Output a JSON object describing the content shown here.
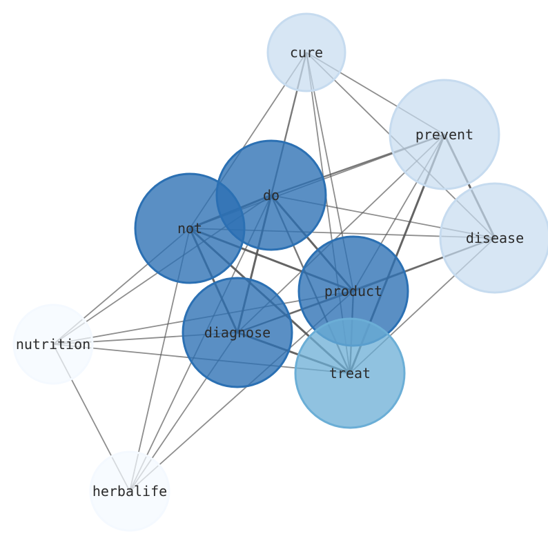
{
  "graph": {
    "nodes": [
      {
        "id": "cure",
        "label": "cure",
        "color": "#c6dbef",
        "weight": 0.2
      },
      {
        "id": "prevent",
        "label": "prevent",
        "color": "#c6dbef",
        "weight": 0.45
      },
      {
        "id": "do",
        "label": "do",
        "color": "#2b70b3",
        "weight": 0.45
      },
      {
        "id": "not",
        "label": "not",
        "color": "#2b70b3",
        "weight": 0.45
      },
      {
        "id": "disease",
        "label": "disease",
        "color": "#c6dbef",
        "weight": 0.45
      },
      {
        "id": "product",
        "label": "product",
        "color": "#2b70b3",
        "weight": 0.45
      },
      {
        "id": "diagnose",
        "label": "diagnose",
        "color": "#2b70b3",
        "weight": 0.45
      },
      {
        "id": "nutrition",
        "label": "nutrition",
        "color": "#f4f9ff",
        "weight": 0.2
      },
      {
        "id": "treat",
        "label": "treat",
        "color": "#6baed6",
        "weight": 0.45
      },
      {
        "id": "herbalife",
        "label": "herbalife",
        "color": "#f4f9ff",
        "weight": 0.2
      }
    ],
    "edges": [
      {
        "source": "cure",
        "target": "do",
        "weight": 2
      },
      {
        "source": "cure",
        "target": "not",
        "weight": 1
      },
      {
        "source": "cure",
        "target": "prevent",
        "weight": 1
      },
      {
        "source": "cure",
        "target": "disease",
        "weight": 1
      },
      {
        "source": "cure",
        "target": "product",
        "weight": 1
      },
      {
        "source": "cure",
        "target": "treat",
        "weight": 1
      },
      {
        "source": "prevent",
        "target": "do",
        "weight": 2
      },
      {
        "source": "prevent",
        "target": "not",
        "weight": 1
      },
      {
        "source": "prevent",
        "target": "disease",
        "weight": 3
      },
      {
        "source": "prevent",
        "target": "product",
        "weight": 1
      },
      {
        "source": "prevent",
        "target": "treat",
        "weight": 3
      },
      {
        "source": "prevent",
        "target": "diagnose",
        "weight": 1
      },
      {
        "source": "do",
        "target": "not",
        "weight": 3
      },
      {
        "source": "do",
        "target": "product",
        "weight": 3
      },
      {
        "source": "do",
        "target": "diagnose",
        "weight": 3
      },
      {
        "source": "do",
        "target": "treat",
        "weight": 2
      },
      {
        "source": "do",
        "target": "disease",
        "weight": 1
      },
      {
        "source": "do",
        "target": "nutrition",
        "weight": 1
      },
      {
        "source": "do",
        "target": "herbalife",
        "weight": 1
      },
      {
        "source": "not",
        "target": "product",
        "weight": 3
      },
      {
        "source": "not",
        "target": "diagnose",
        "weight": 3
      },
      {
        "source": "not",
        "target": "treat",
        "weight": 3
      },
      {
        "source": "not",
        "target": "disease",
        "weight": 1
      },
      {
        "source": "not",
        "target": "nutrition",
        "weight": 1
      },
      {
        "source": "not",
        "target": "herbalife",
        "weight": 1
      },
      {
        "source": "disease",
        "target": "product",
        "weight": 2
      },
      {
        "source": "disease",
        "target": "treat",
        "weight": 1
      },
      {
        "source": "disease",
        "target": "diagnose",
        "weight": 1
      },
      {
        "source": "product",
        "target": "diagnose",
        "weight": 2
      },
      {
        "source": "product",
        "target": "treat",
        "weight": 2
      },
      {
        "source": "product",
        "target": "nutrition",
        "weight": 1
      },
      {
        "source": "product",
        "target": "herbalife",
        "weight": 1
      },
      {
        "source": "diagnose",
        "target": "treat",
        "weight": 3
      },
      {
        "source": "diagnose",
        "target": "nutrition",
        "weight": 1
      },
      {
        "source": "diagnose",
        "target": "herbalife",
        "weight": 1
      },
      {
        "source": "nutrition",
        "target": "treat",
        "weight": 1
      },
      {
        "source": "nutrition",
        "target": "herbalife",
        "weight": 1
      }
    ]
  }
}
